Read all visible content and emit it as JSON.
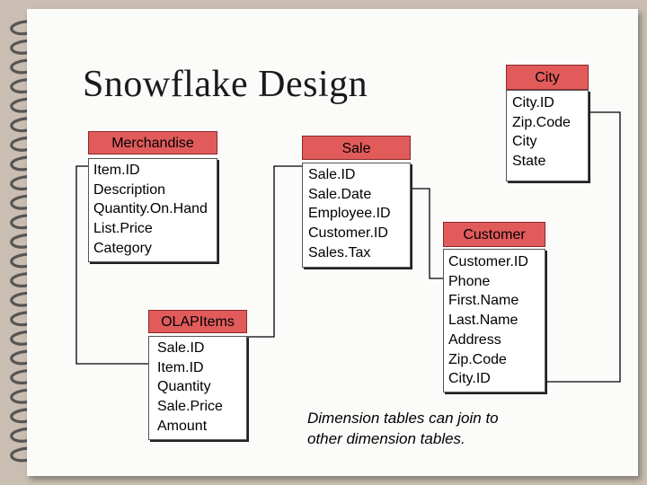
{
  "title": "Snowflake Design",
  "tables": {
    "merchandise": {
      "name": "Merchandise",
      "fields": [
        "Item.ID",
        "Description",
        "Quantity.On.Hand",
        "List.Price",
        "Category"
      ]
    },
    "sale": {
      "name": "Sale",
      "fields": [
        "Sale.ID",
        "Sale.Date",
        "Employee.ID",
        "Customer.ID",
        "Sales.Tax"
      ]
    },
    "city": {
      "name": "City",
      "fields": [
        "City.ID",
        "Zip.Code",
        "City",
        "State"
      ]
    },
    "customer": {
      "name": "Customer",
      "fields": [
        "Customer.ID",
        "Phone",
        "First.Name",
        "Last.Name",
        "Address",
        "Zip.Code",
        "City.ID"
      ]
    },
    "olapitems": {
      "name": "OLAPItems",
      "fields": [
        "Sale.ID",
        "Item.ID",
        "Quantity",
        "Sale.Price",
        "Amount"
      ]
    }
  },
  "caption": {
    "line1": "Dimension tables can join to",
    "line2": "other dimension tables."
  },
  "colors": {
    "header": "#e15b5b",
    "background": "#c9beb1",
    "page": "#fbfbf9"
  }
}
